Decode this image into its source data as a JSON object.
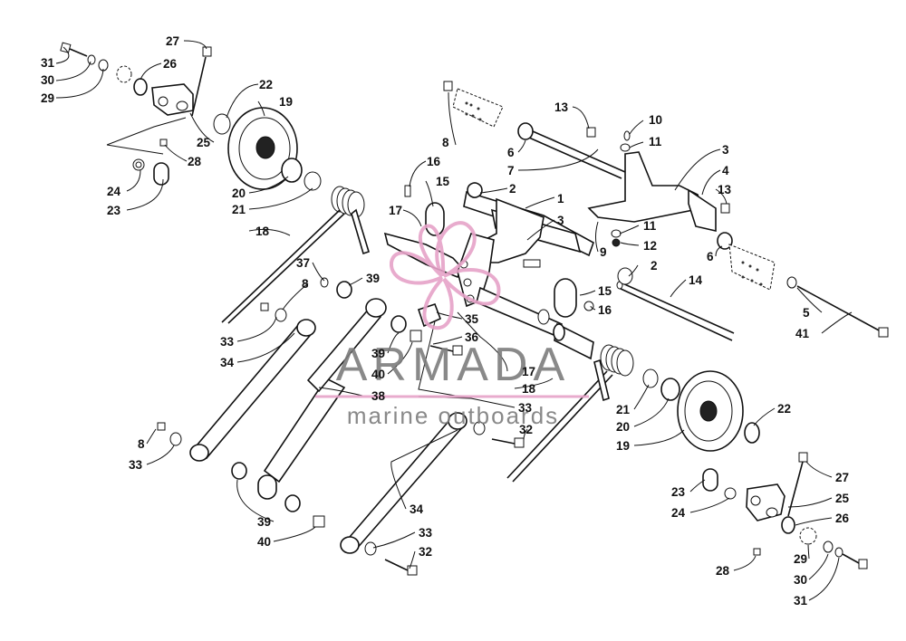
{
  "watermark": {
    "brand": "ARMADA",
    "tagline": "marine outboards",
    "accent_color": "#e6a3c8",
    "text_color": "#7d7d7d"
  },
  "callouts": [
    {
      "id": "c31a",
      "text": "31"
    },
    {
      "id": "c30a",
      "text": "30"
    },
    {
      "id": "c29a",
      "text": "29"
    },
    {
      "id": "c27a",
      "text": "27"
    },
    {
      "id": "c26a",
      "text": "26"
    },
    {
      "id": "c22a",
      "text": "22"
    },
    {
      "id": "c19a",
      "text": "19"
    },
    {
      "id": "c25a",
      "text": "25"
    },
    {
      "id": "c28a",
      "text": "28"
    },
    {
      "id": "c24a",
      "text": "24"
    },
    {
      "id": "c23a",
      "text": "23"
    },
    {
      "id": "c20a",
      "text": "20"
    },
    {
      "id": "c21a",
      "text": "21"
    },
    {
      "id": "c18a",
      "text": "18"
    },
    {
      "id": "c16a",
      "text": "16"
    },
    {
      "id": "c15a",
      "text": "15"
    },
    {
      "id": "c17a",
      "text": "17"
    },
    {
      "id": "c8a",
      "text": "8"
    },
    {
      "id": "c6a",
      "text": "6"
    },
    {
      "id": "c7",
      "text": "7"
    },
    {
      "id": "c13a",
      "text": "13"
    },
    {
      "id": "c10",
      "text": "10"
    },
    {
      "id": "c11a",
      "text": "11"
    },
    {
      "id": "c3a",
      "text": "3"
    },
    {
      "id": "c4",
      "text": "4"
    },
    {
      "id": "c13b",
      "text": "13"
    },
    {
      "id": "c2a",
      "text": "2"
    },
    {
      "id": "c1",
      "text": "1"
    },
    {
      "id": "c3b",
      "text": "3"
    },
    {
      "id": "c11b",
      "text": "11"
    },
    {
      "id": "c9",
      "text": "9"
    },
    {
      "id": "c12",
      "text": "12"
    },
    {
      "id": "c6b",
      "text": "6"
    },
    {
      "id": "c2b",
      "text": "2"
    },
    {
      "id": "c14",
      "text": "14"
    },
    {
      "id": "c15b",
      "text": "15"
    },
    {
      "id": "c16b",
      "text": "16"
    },
    {
      "id": "c5",
      "text": "5"
    },
    {
      "id": "c41",
      "text": "41"
    },
    {
      "id": "c37",
      "text": "37"
    },
    {
      "id": "c39a",
      "text": "39"
    },
    {
      "id": "c8b",
      "text": "8"
    },
    {
      "id": "c33a",
      "text": "33"
    },
    {
      "id": "c34a",
      "text": "34"
    },
    {
      "id": "c35",
      "text": "35"
    },
    {
      "id": "c36",
      "text": "36"
    },
    {
      "id": "c39b",
      "text": "39"
    },
    {
      "id": "c40a",
      "text": "40"
    },
    {
      "id": "c38",
      "text": "38"
    },
    {
      "id": "c17b",
      "text": "17"
    },
    {
      "id": "c18b",
      "text": "18"
    },
    {
      "id": "c33b",
      "text": "33"
    },
    {
      "id": "c32a",
      "text": "32"
    },
    {
      "id": "c21b",
      "text": "21"
    },
    {
      "id": "c20b",
      "text": "20"
    },
    {
      "id": "c19b",
      "text": "19"
    },
    {
      "id": "c22b",
      "text": "22"
    },
    {
      "id": "c8c",
      "text": "8"
    },
    {
      "id": "c33c",
      "text": "33"
    },
    {
      "id": "c39c",
      "text": "39"
    },
    {
      "id": "c40b",
      "text": "40"
    },
    {
      "id": "c34b",
      "text": "34"
    },
    {
      "id": "c33d",
      "text": "33"
    },
    {
      "id": "c32b",
      "text": "32"
    },
    {
      "id": "c23b",
      "text": "23"
    },
    {
      "id": "c24b",
      "text": "24"
    },
    {
      "id": "c27b",
      "text": "27"
    },
    {
      "id": "c25b",
      "text": "25"
    },
    {
      "id": "c26b",
      "text": "26"
    },
    {
      "id": "c29b",
      "text": "29"
    },
    {
      "id": "c30b",
      "text": "30"
    },
    {
      "id": "c28b",
      "text": "28"
    },
    {
      "id": "c31b",
      "text": "31"
    }
  ]
}
